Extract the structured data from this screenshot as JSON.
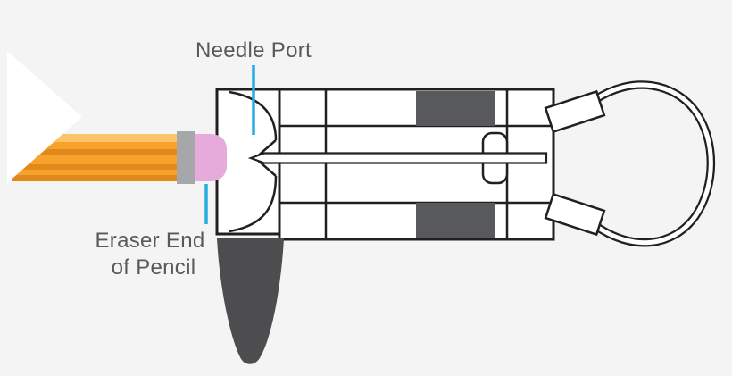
{
  "diagram": {
    "labels": {
      "needle_port": "Needle Port",
      "eraser_end_line1": "Eraser End",
      "eraser_end_line2": "of Pencil"
    },
    "colors": {
      "background": "#F4F4F4",
      "outline": "#231F20",
      "device_fill": "#FFFFFF",
      "label_text": "#58595B",
      "pointer_line": "#29ABE2",
      "pencil_body": "#F7A32B",
      "pencil_stripe": "#E08A1C",
      "pencil_highlight": "#FBC46A",
      "ferrule": "#A5A7AA",
      "eraser": "#E7ABDB",
      "grip_block": "#58595B",
      "handle": "#4D4D4F"
    }
  }
}
